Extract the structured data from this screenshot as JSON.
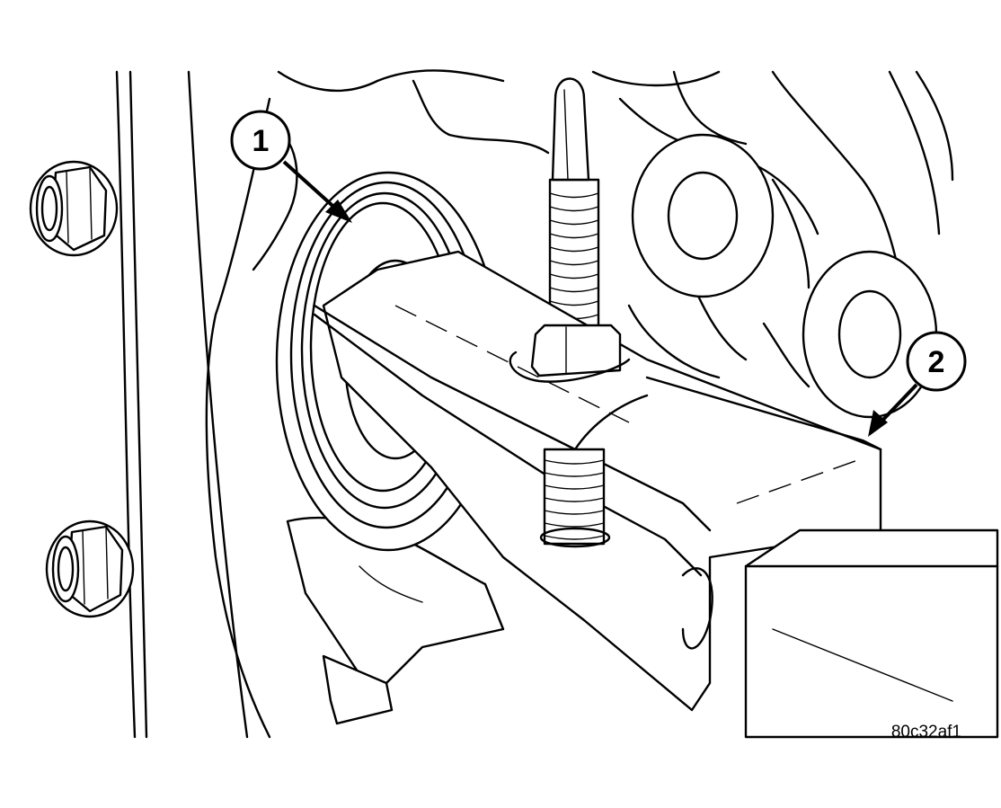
{
  "callouts": [
    {
      "number": "1"
    },
    {
      "number": "2"
    }
  ],
  "figure_ref": "80c32af1"
}
